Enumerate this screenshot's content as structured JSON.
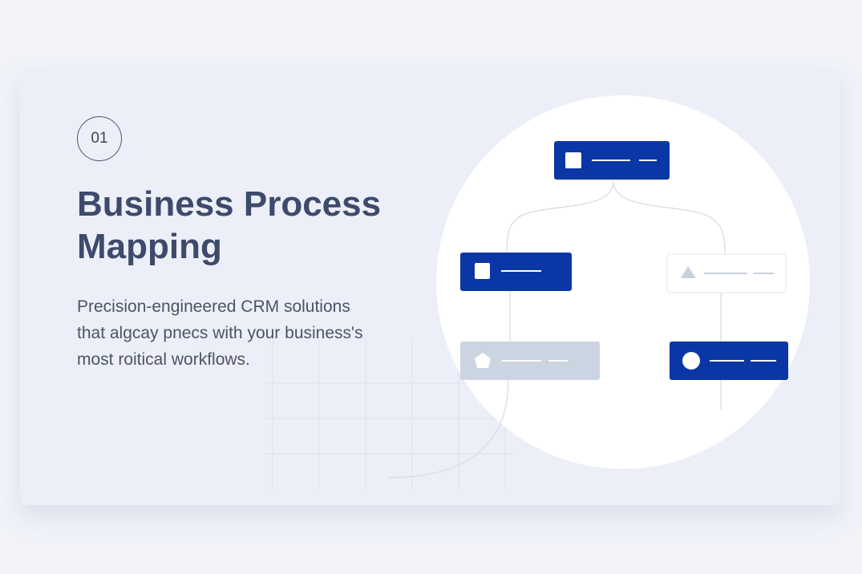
{
  "step_number": "01",
  "title_line1": "Business Process",
  "title_line2": "Mapping",
  "description_lines": [
    "Precision-engineered CRM solutions",
    "that algcay pnecs with your business's",
    "most roitical workflows."
  ],
  "colors": {
    "accent": "#0a37a5",
    "muted": "#cbd4e1",
    "title": "#3d4a6b"
  },
  "diagram_nodes": [
    {
      "name": "node-top",
      "icon": "square-icon",
      "style": "primary"
    },
    {
      "name": "node-left",
      "icon": "square-icon",
      "style": "primary"
    },
    {
      "name": "node-right",
      "icon": "triangle-icon",
      "style": "outline"
    },
    {
      "name": "node-bottom-left",
      "icon": "pentagon-icon",
      "style": "muted"
    },
    {
      "name": "node-bottom-right",
      "icon": "circle-icon",
      "style": "primary"
    }
  ]
}
